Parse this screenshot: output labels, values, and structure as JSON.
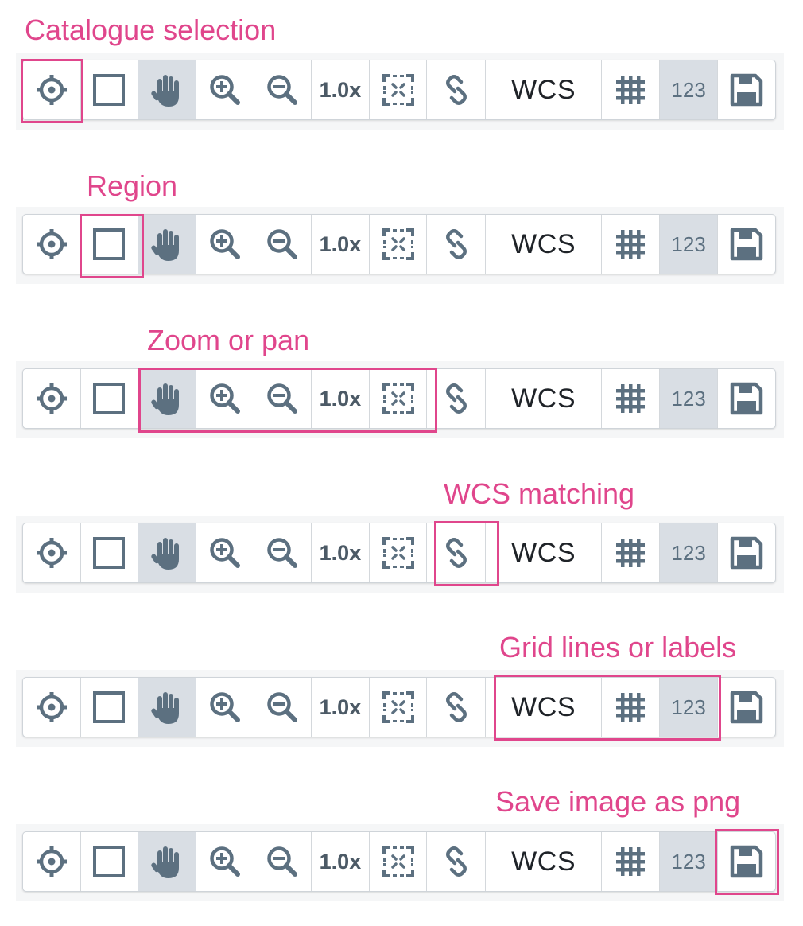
{
  "colors": {
    "highlight": "#e0468c",
    "icon": "#5c7080",
    "active_background": "#d9dee4",
    "toolbar_border": "#cfd4d9"
  },
  "toolbar": {
    "buttons": [
      {
        "id": "catalogue",
        "icon": "crosshair-icon"
      },
      {
        "id": "region",
        "icon": "square-icon"
      },
      {
        "id": "pan",
        "icon": "hand-icon",
        "active": true
      },
      {
        "id": "zoom-in",
        "icon": "zoom-in-icon"
      },
      {
        "id": "zoom-out",
        "icon": "zoom-out-icon"
      },
      {
        "id": "zoom-reset",
        "label": "1.0x"
      },
      {
        "id": "zoom-fit",
        "icon": "fit-frame-icon"
      },
      {
        "id": "wcs-match",
        "icon": "link-icon"
      },
      {
        "id": "coordinate-system",
        "label": "WCS"
      },
      {
        "id": "grid-lines",
        "icon": "grid-icon"
      },
      {
        "id": "grid-labels",
        "label": "123",
        "active": true
      },
      {
        "id": "export",
        "icon": "floppy-disk-icon"
      }
    ]
  },
  "sections": [
    {
      "caption": "Catalogue selection",
      "highlight": "catalogue"
    },
    {
      "caption": "Region",
      "highlight": "region"
    },
    {
      "caption": "Zoom or pan",
      "highlight": "pan .. zoom-fit"
    },
    {
      "caption": "WCS matching",
      "highlight": "wcs-match"
    },
    {
      "caption": "Grid lines or labels",
      "highlight": "coordinate-system .. grid-labels"
    },
    {
      "caption": "Save image as png",
      "highlight": "export"
    }
  ]
}
